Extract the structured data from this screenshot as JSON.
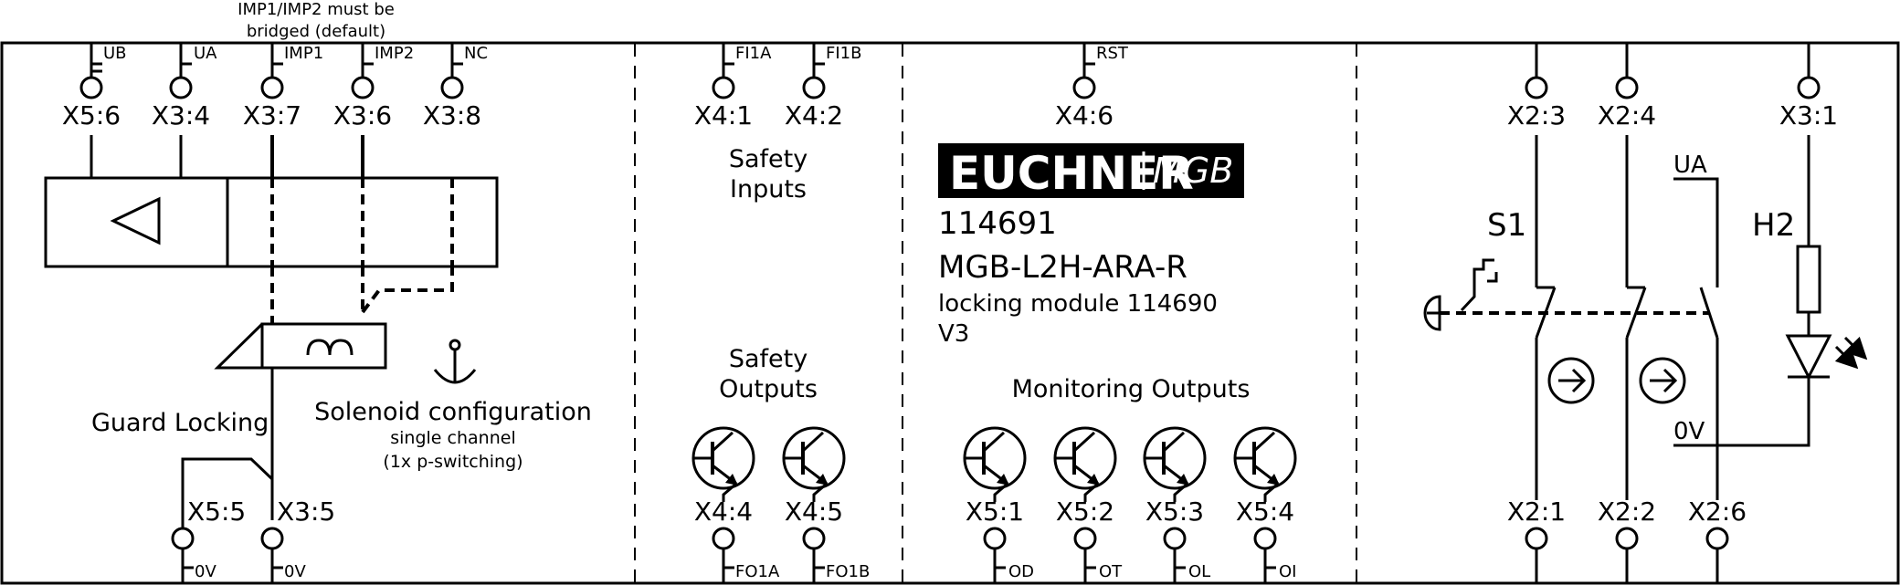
{
  "brand": {
    "logo": "EUCHNER",
    "product_line": "MGB"
  },
  "device": {
    "order_number": "114691",
    "model": "MGB-L2H-ARA-R",
    "module": "locking module 114690",
    "version": "V3"
  },
  "note": {
    "line1": "IMP1/IMP2 must be",
    "line2": "bridged (default)"
  },
  "sections": {
    "guard_locking": "Guard Locking",
    "solenoid_title": "Solenoid configuration",
    "solenoid_line1": "single channel",
    "solenoid_line2": "(1x p-switching)",
    "safety_inputs_l1": "Safety",
    "safety_inputs_l2": "Inputs",
    "safety_outputs_l1": "Safety",
    "safety_outputs_l2": "Outputs",
    "monitoring_outputs": "Monitoring Outputs"
  },
  "top_signals": {
    "ub": "UB",
    "ua": "UA",
    "imp1": "IMP1",
    "imp2": "IMP2",
    "nc": "NC",
    "fi1a": "FI1A",
    "fi1b": "FI1B",
    "rst": "RST"
  },
  "terminals": {
    "x56": "X5:6",
    "x34": "X3:4",
    "x37": "X3:7",
    "x36": "X3:6",
    "x38": "X3:8",
    "x41": "X4:1",
    "x42": "X4:2",
    "x46": "X4:6",
    "x23": "X2:3",
    "x24": "X2:4",
    "x31": "X3:1",
    "x55": "X5:5",
    "x35": "X3:5",
    "x44": "X4:4",
    "x45": "X4:5",
    "x51": "X5:1",
    "x52": "X5:2",
    "x53": "X5:3",
    "x54": "X5:4",
    "x21": "X2:1",
    "x22": "X2:2",
    "x26": "X2:6"
  },
  "bottom_signals": {
    "ov_a": "0V",
    "ov_b": "0V",
    "fo1a": "FO1A",
    "fo1b": "FO1B",
    "od": "OD",
    "ot": "OT",
    "ol": "OL",
    "oi": "OI"
  },
  "relay": {
    "s1": "S1",
    "h2": "H2",
    "ua": "UA",
    "ov": "0V"
  }
}
